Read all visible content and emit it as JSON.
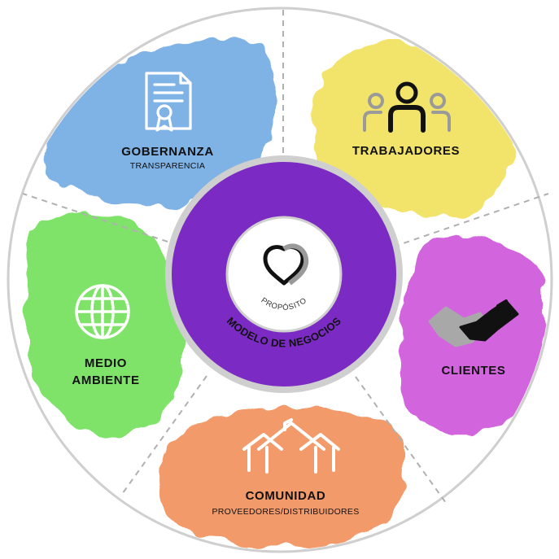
{
  "diagram": {
    "center": {
      "proposito_label": "PROPÓSITO",
      "model_label": "MODELO DE NEGOCIOS",
      "ring_color": "#7b2bc4",
      "icon": "heart-icon"
    },
    "segments": [
      {
        "id": "gobernanza",
        "title": "GOBERNANZA",
        "subtitle": "TRANSPARENCIA",
        "color": "#7fb2e5",
        "icon": "certificate-icon"
      },
      {
        "id": "trabajadores",
        "title": "TRABAJADORES",
        "subtitle": "",
        "color": "#f2e36a",
        "icon": "people-icon"
      },
      {
        "id": "clientes",
        "title": "CLIENTES",
        "subtitle": "",
        "color": "#d265de",
        "icon": "handshake-icon"
      },
      {
        "id": "comunidad",
        "title": "COMUNIDAD",
        "subtitle": "PROVEEDORES/DISTRIBUIDORES",
        "color": "#f29a6a",
        "icon": "houses-icon"
      },
      {
        "id": "medio-ambiente",
        "title_line1": "MEDIO",
        "title_line2": "AMBIENTE",
        "subtitle": "",
        "color": "#7fe36a",
        "icon": "globe-icon"
      }
    ]
  }
}
